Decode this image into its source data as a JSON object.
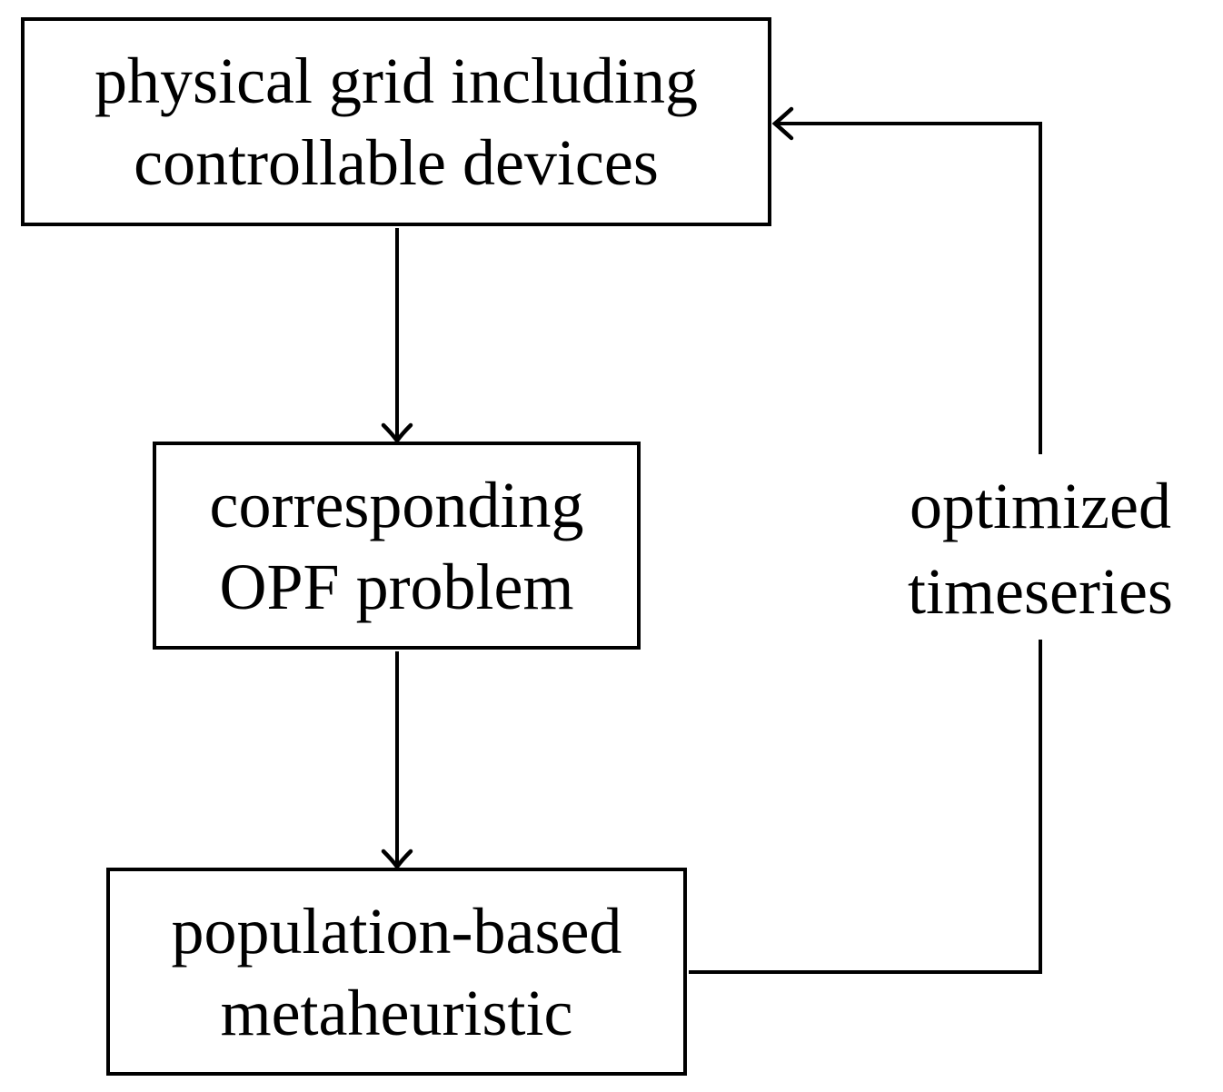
{
  "diagram": {
    "background_color": "#ffffff",
    "stroke_color": "#000000",
    "nodes": [
      {
        "name": "physical-grid",
        "lines": [
          "physical grid including",
          "controllable devices"
        ]
      },
      {
        "name": "opf-problem",
        "lines": [
          "corresponding",
          "OPF problem"
        ]
      },
      {
        "name": "metaheuristic",
        "lines": [
          "population-based",
          "metaheuristic"
        ]
      }
    ],
    "feedback_label": {
      "lines": [
        "optimized",
        "timeseries"
      ]
    },
    "connections": [
      {
        "from": "physical-grid",
        "to": "opf-problem"
      },
      {
        "from": "opf-problem",
        "to": "metaheuristic"
      },
      {
        "from": "metaheuristic",
        "to": "physical-grid",
        "label": "optimized timeseries"
      }
    ]
  }
}
